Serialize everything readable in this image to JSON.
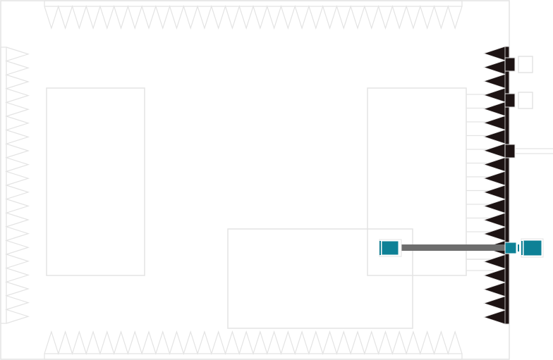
{
  "canvas": {
    "background": "#ffffff",
    "outline_color": "#e3e3e3",
    "highlight_color": "#1d1313",
    "connector_color": "#0e8196",
    "wire_color": "#6d6d6d"
  },
  "components": {
    "left_pin_header": {
      "pins": 20,
      "icon": "sawtooth-pins"
    },
    "top_pin_header": {
      "pins": 30,
      "icon": "sawtooth-pins"
    },
    "bottom_pin_header": {
      "pins": 30,
      "icon": "sawtooth-pins"
    },
    "right_pin_header": {
      "pins": 20,
      "icon": "sawtooth-pins",
      "highlighted": true
    },
    "right_side_pads": {
      "count": 2
    }
  },
  "connectors": {
    "count": 3,
    "icon": "teal-connector"
  },
  "wire": {
    "icon": "gray-wire"
  }
}
